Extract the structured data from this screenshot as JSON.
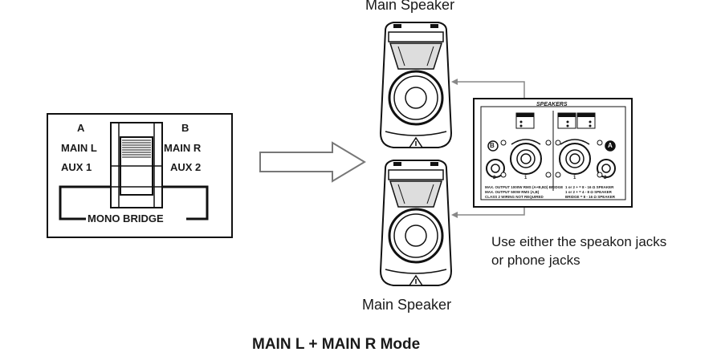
{
  "selector": {
    "col_a": "A",
    "col_b": "B",
    "main_l": "MAIN L",
    "main_r": "MAIN R",
    "aux_1": "AUX 1",
    "aux_2": "AUX 2",
    "bridge": "MONO BRIDGE"
  },
  "speakers": {
    "top_label": "Main Speaker",
    "bottom_label": "Main Speaker"
  },
  "panel": {
    "title": "SPEAKERS",
    "jack_b": "B",
    "jack_a": "A",
    "num_2_left": "2",
    "num_1_left": "1",
    "num_1_right": "1",
    "num_2_right": "2",
    "fine_print": [
      "MAX. OUTPUT 1000W RMS (A+B,8Ω) BRIDGE",
      "MAX. OUTPUT 500W RMS (A,B)",
      "CLASS 2 WIRING NOT REQUIRED",
      "1 or 2 + = 8 - 16 Ω SPEAKER",
      "1 or 2 + = 4 - 8 Ω SPEAKER",
      "BRIDGE = 8 - 16 Ω SPEAKER"
    ]
  },
  "note": {
    "line1": "Use either the speakon jacks",
    "line2": "or phone jacks"
  },
  "caption": "MAIN L + MAIN R Mode"
}
